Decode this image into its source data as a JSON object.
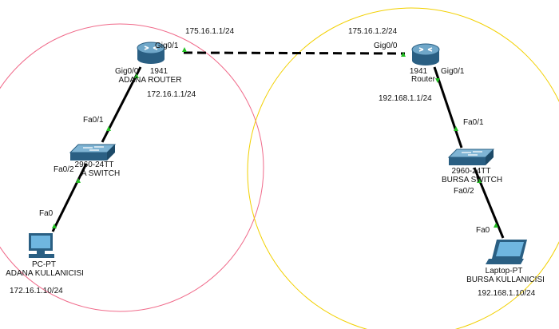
{
  "colors": {
    "left_area": "#f06a8a",
    "right_area": "#f2d000",
    "link_up": "#22c022",
    "cable": "#000000"
  },
  "devices": {
    "adana_router": {
      "icon": "router-icon",
      "model": "1941",
      "name": "ADANA ROUTER"
    },
    "bursa_router": {
      "icon": "router-icon",
      "model": "1941",
      "name": "Router"
    },
    "adana_switch": {
      "icon": "switch-icon",
      "model": "2960-24TT",
      "name": "A SWITCH"
    },
    "bursa_switch": {
      "icon": "switch-icon",
      "model": "2960-24TT",
      "name": "BURSA SWITCH"
    },
    "adana_pc": {
      "icon": "pc-icon",
      "model": "PC-PT",
      "name": "ADANA KULLANICISI",
      "ip": "172.16.1.10/24"
    },
    "bursa_laptop": {
      "icon": "laptop-icon",
      "model": "Laptop-PT",
      "name": "BURSA KULLANICISI",
      "ip": "192.168.1.10/24"
    }
  },
  "interfaces": {
    "adana_router_wan": "Gig0/1",
    "adana_router_lan": "Gig0/0",
    "bursa_router_wan": "Gig0/0",
    "bursa_router_lan": "Gig0/1",
    "adana_switch_up": "Fa0/1",
    "adana_switch_down": "Fa0/2",
    "bursa_switch_up": "Fa0/1",
    "bursa_switch_down": "Fa0/2",
    "adana_pc_port": "Fa0",
    "bursa_laptop_port": "Fa0"
  },
  "addresses": {
    "adana_wan": "175.16.1.1/24",
    "bursa_wan": "175.16.1.2/24",
    "adana_lan": "172.16.1.1/24",
    "bursa_lan": "192.168.1.1/24"
  }
}
